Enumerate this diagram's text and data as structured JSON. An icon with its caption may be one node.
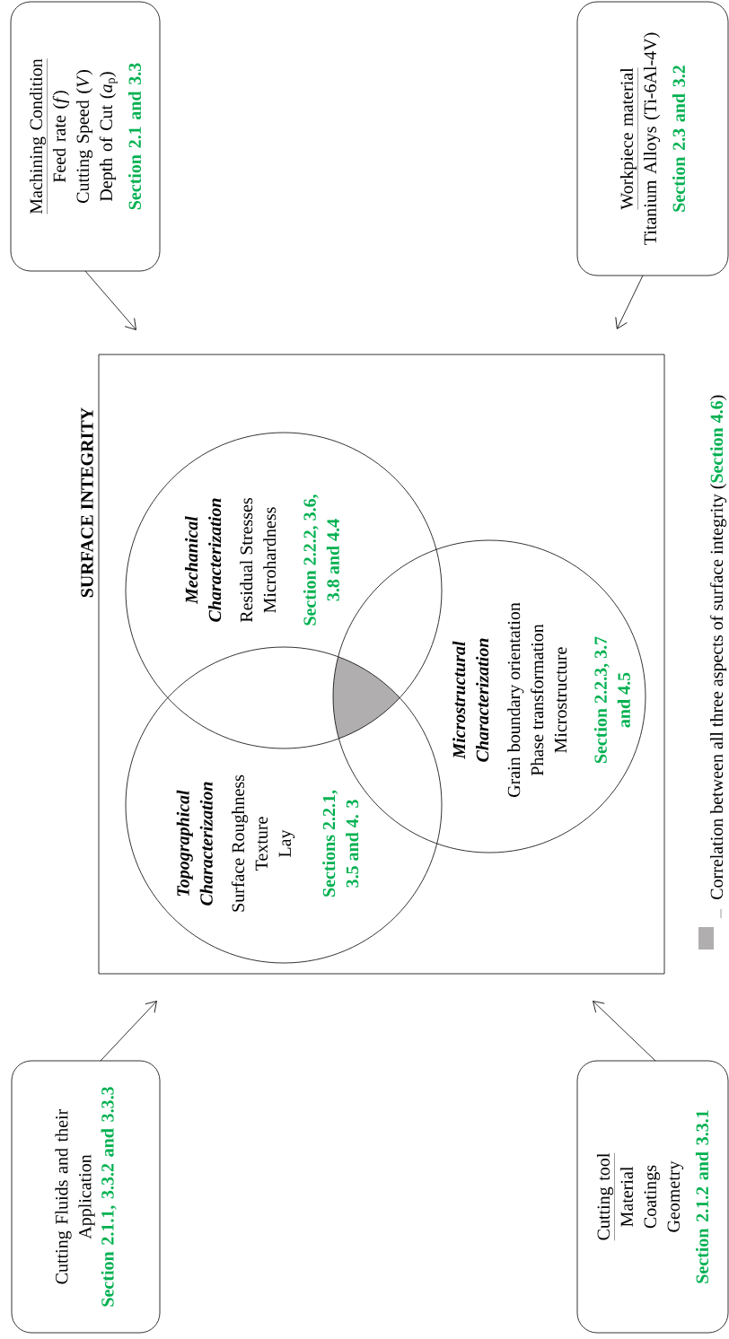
{
  "diagram": {
    "nodes": [
      {
        "text": [
          "Cutting Fluids and their Application",
          "Section 2.1.1, 3.3.2 and 3.3.3"
        ]
      },
      {
        "text": [
          "Machining Condition",
          "Feed rate (*f*)",
          "Cutting Speed (*V*)",
          "Depth of Cut (*a*$_{p}$)",
          "Section 2.1 and 3.3"
        ]
      },
      {
        "text": [
          "SURFACE INTEGRITY"
        ]
      },
      {
        "text": [
          "Topographical Characterization",
          "Surface Roughness",
          "Texture",
          "Lay",
          "Sections 2.2.1, 3.5 and 4. 3"
        ],
        "in": 2
      },
      {
        "text": [
          "Mechanical Characterization",
          "Residual Stresses",
          "Microhardness",
          "Section 2.2.2, 3.6, 3.8 and 4.4"
        ],
        "in": 2
      },
      {
        "text": [
          "Microstructural Characterization",
          "Grain boundary orientation",
          "Phase transformation",
          "Microstructure",
          "Section 2.2.3, 3.7 and 4.5"
        ],
        "in": 2
      },
      {
        "text": [
          "Cutting tool",
          "Material",
          "Coatings",
          "Geometry",
          "Section 2.1.2 and 3.3.1"
        ]
      },
      {
        "text": [
          "Workpiece material",
          "Titanium Alloys (Ti-6Al-4V)",
          "Section 2.3 and 3.2"
        ]
      }
    ],
    "edges": [
      {
        "from": 0,
        "to": 2,
        "arrow": "to"
      },
      {
        "from": 1,
        "to": 2,
        "arrow": "to"
      },
      {
        "from": 6,
        "to": 2,
        "arrow": "to"
      },
      {
        "from": 7,
        "to": 2,
        "arrow": "to"
      }
    ],
    "legend": [
      {
        "text": "Correlation between all three aspects of surface integrity (**Section 4.6**)",
        "color": "#b0aeae"
      }
    ]
  }
}
